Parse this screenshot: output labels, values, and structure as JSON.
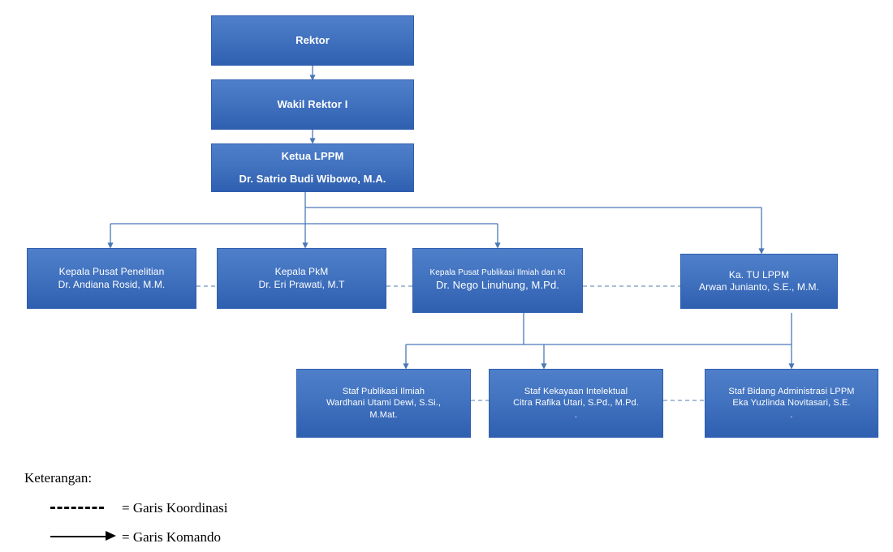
{
  "chart_type": "organization-chart",
  "colors": {
    "node_fill_top": "#4f7fc9",
    "node_fill_bottom": "#2f5fb0",
    "node_text": "#ffffff",
    "command_line": "#4a78b8",
    "coordination_line": "#8fa8c8",
    "legend_text": "#000000",
    "background": "#ffffff"
  },
  "nodes": {
    "rektor": {
      "line1": "Rektor"
    },
    "wakil_rektor": {
      "line1": "Wakil Rektor I"
    },
    "ketua_lppm": {
      "line1": "Ketua LPPM",
      "line2": "Dr.  Satrio Budi Wibowo, M.A."
    },
    "pusat_penelitian": {
      "line1": "Kepala Pusat Penelitian",
      "line2": "Dr. Andiana Rosid, M.M."
    },
    "pkm": {
      "line1": "Kepala PkM",
      "line2": "Dr. Eri Prawati, M.T"
    },
    "publikasi": {
      "line1": "Kepala Pusat Publikasi Ilmiah dan KI",
      "line2": "Dr. Nego Linuhung, M.Pd."
    },
    "ka_tu": {
      "line1": "Ka. TU LPPM",
      "line2": "Arwan Junianto, S.E., M.M."
    },
    "staf_publikasi": {
      "line1": "Staf  Publikasi Ilmiah",
      "line2": "Wardhani Utami Dewi, S.Si.,",
      "line3": "M.Mat."
    },
    "staf_ki": {
      "line1": "Staf Kekayaan Intelektual",
      "line2": "Citra Rafika Utari, S.Pd., M.Pd.",
      "line3": "."
    },
    "staf_admin": {
      "line1": "Staf Bidang Administrasi LPPM",
      "line2": "Eka Yuzlinda Novitasari, S.E.",
      "line3": "."
    }
  },
  "legend": {
    "title": "Keterangan:",
    "coordination": "= Garis Koordinasi",
    "command": "= Garis Komando"
  }
}
